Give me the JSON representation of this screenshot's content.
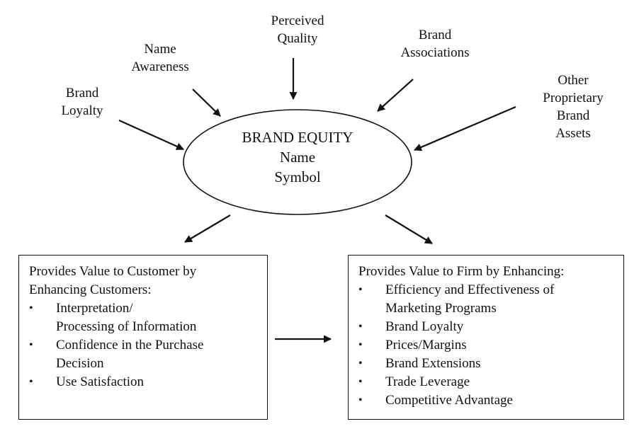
{
  "inputs": {
    "brand_loyalty": "Brand\nLoyalty",
    "name_awareness": "Name\nAwareness",
    "perceived_quality": "Perceived\nQuality",
    "brand_associations": "Brand\nAssociations",
    "other_assets": "Other Proprietary\nBrand Assets"
  },
  "center": {
    "title": "BRAND EQUITY",
    "line2": "Name",
    "line3": "Symbol"
  },
  "customer_box": {
    "heading": "Provides Value to Customer by\nEnhancing Customers:",
    "items": [
      "Interpretation/\nProcessing of Information",
      "Confidence in the Purchase\nDecision",
      "Use Satisfaction"
    ]
  },
  "firm_box": {
    "heading": "Provides Value to Firm by Enhancing:",
    "items": [
      "Efficiency and Effectiveness of\nMarketing Programs",
      "Brand Loyalty",
      "Prices/Margins",
      "Brand Extensions",
      "Trade Leverage",
      "Competitive Advantage"
    ]
  },
  "bullet_glyph": "•"
}
